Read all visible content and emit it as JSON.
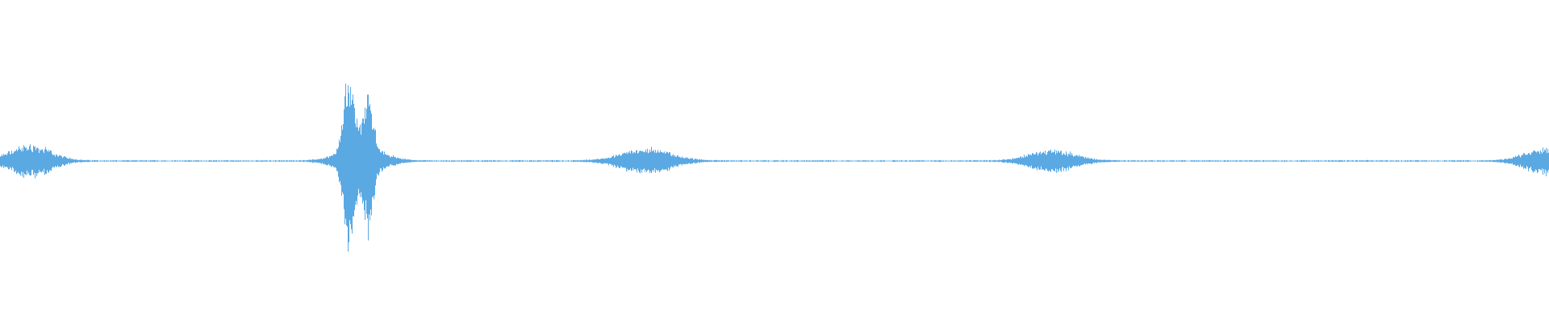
{
  "waveform": {
    "color": "#5aa9e3",
    "background": "#ffffff",
    "bursts": [
      {
        "time": 0.0195,
        "amplitude": 0.1,
        "duration": 0.055
      },
      {
        "time": 0.2255,
        "amplitude": 0.54,
        "duration": 0.014
      },
      {
        "time": 0.2375,
        "amplitude": 0.38,
        "duration": 0.012
      },
      {
        "time": 0.233,
        "amplitude": 0.1,
        "duration": 0.055
      },
      {
        "time": 0.4175,
        "amplitude": 0.08,
        "duration": 0.065
      },
      {
        "time": 0.679,
        "amplitude": 0.07,
        "duration": 0.06
      },
      {
        "time": 0.9985,
        "amplitude": 0.09,
        "duration": 0.055
      }
    ],
    "noise_floor": 0.004
  }
}
